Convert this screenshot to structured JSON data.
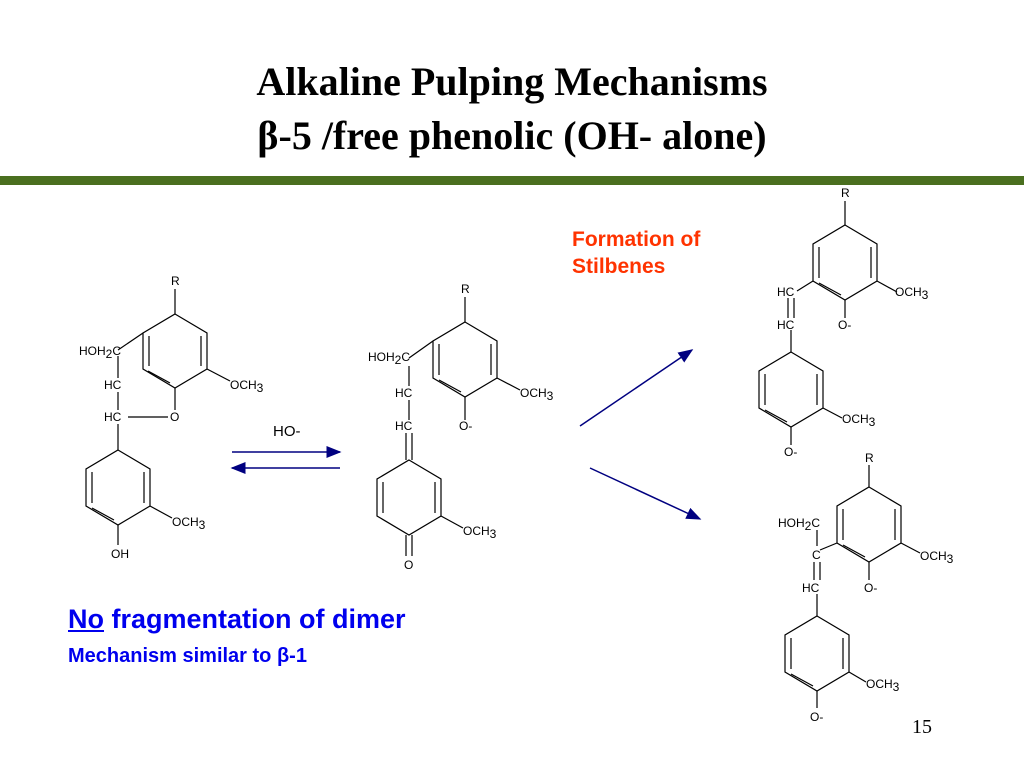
{
  "slide": {
    "title_line1": "Alkaline Pulping Mechanisms",
    "title_line2": "β-5 /free phenolic (OH- alone)",
    "page_number": "15",
    "stilbene_label_line1": "Formation of",
    "stilbene_label_line2": "Stilbenes",
    "note_underlined": "No",
    "note_rest": " fragmentation of dimer",
    "note_sub": "Mechanism similar to β-1",
    "reagent": "HO-",
    "colors": {
      "rule": "#4a6f1f",
      "note": "#0000ee",
      "stilbene": "#ff3300",
      "arrow": "#000080"
    }
  },
  "labels": {
    "R": "R",
    "O": "O",
    "OH": "OH",
    "Ominus": "O-",
    "HC": "HC",
    "C": "C",
    "HOH": "HOH",
    "sub2": "2",
    "C_after": "C",
    "OCH": "OCH",
    "sub3": "3"
  }
}
